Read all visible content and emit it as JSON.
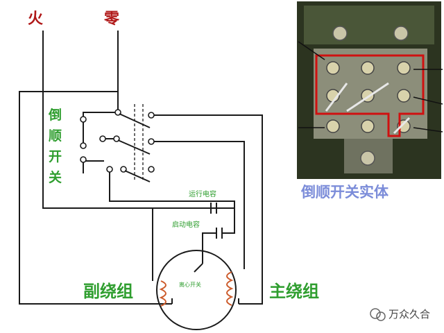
{
  "labels": {
    "live": "火",
    "neutral": "零",
    "switch_vertical": [
      "倒",
      "顺",
      "开",
      "关"
    ],
    "run_capacitor": "运行电容",
    "start_capacitor": "启动电容",
    "centrifugal_switch": "离心开关",
    "aux_winding": "副绕组",
    "main_winding": "主绕组",
    "photo_caption": "倒顺开关实体",
    "watermark": "万众久合"
  },
  "colors": {
    "live_neutral_text": "#b01818",
    "green_text": "#2f9e2f",
    "photo_caption": "#7b8cd9",
    "coil": "#cc5a2a",
    "photo_highlight": "#d01010"
  }
}
